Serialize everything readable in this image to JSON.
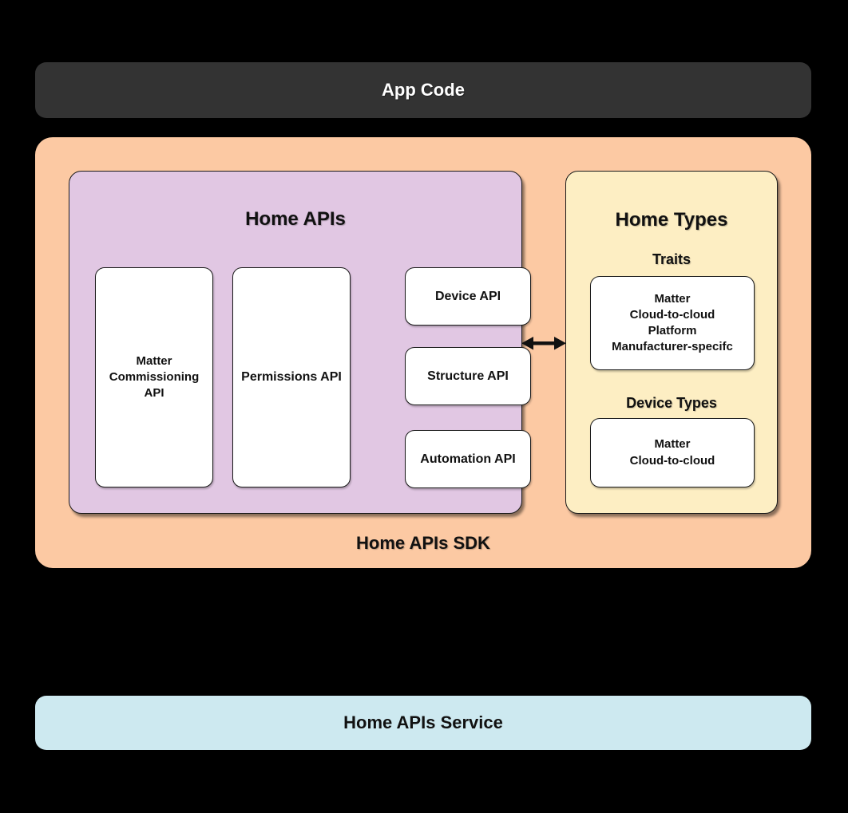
{
  "app_code": {
    "label": "App Code"
  },
  "sdk": {
    "label": "Home APIs SDK",
    "home_apis": {
      "title": "Home APIs",
      "matter_commissioning_api": "Matter\nCommissioning\nAPI",
      "permissions_api": "Permissions API",
      "device_api": "Device API",
      "structure_api": "Structure API",
      "automation_api": "Automation API"
    },
    "arrow_icon": "bidirectional-arrow-icon",
    "home_types": {
      "title": "Home Types",
      "traits_label": "Traits",
      "traits_items": "Matter\nCloud-to-cloud\nPlatform\nManufacturer-specifc",
      "device_types_label": "Device Types",
      "device_types_items": "Matter\nCloud-to-cloud"
    }
  },
  "service": {
    "label": "Home APIs Service"
  },
  "colors": {
    "background": "#000000",
    "app_code_bg": "#333333",
    "sdk_bg": "#FCC9A3",
    "home_apis_bg": "#E1C7E3",
    "home_types_bg": "#FDEEC3",
    "service_bg": "#CDE9F0",
    "card_bg": "#FFFFFF",
    "border": "#1A1A1A",
    "text_dark": "#111111",
    "text_light": "#FFFFFF"
  }
}
